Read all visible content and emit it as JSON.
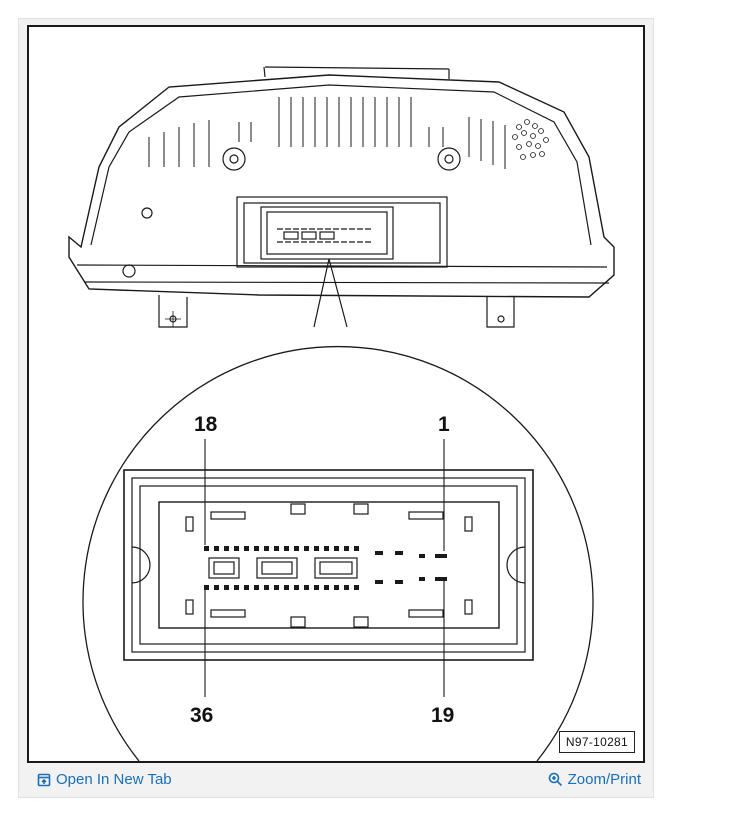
{
  "figure": {
    "pin_labels": {
      "top_left": "18",
      "top_right": "1",
      "bottom_left": "36",
      "bottom_right": "19"
    },
    "figure_id": "N97-10281"
  },
  "footer": {
    "open_in_new_tab": "Open In New Tab",
    "zoom_print": "Zoom/Print"
  },
  "colors": {
    "link": "#1a6fb5",
    "line": "#1a1a1a",
    "frame_bg": "#f2f2f2"
  },
  "icons": {
    "open_tab": "open-in-new-tab-icon",
    "zoom": "zoom-in-icon"
  }
}
